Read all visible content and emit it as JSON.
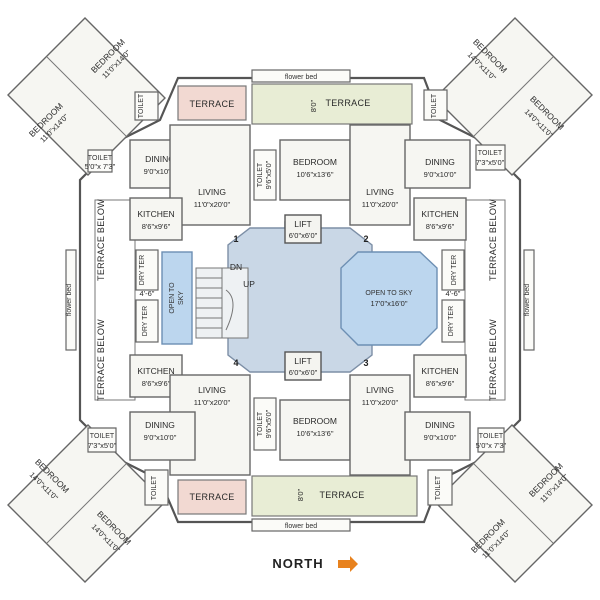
{
  "north_label": "NORTH",
  "arrow_color": "#e8821e",
  "core": {
    "lift_label": "LIFT",
    "lift_size": "6'0\"x6'0\"",
    "stair_dn": "DN",
    "stair_up": "UP",
    "sky_label_1": "OPEN TO",
    "sky_label_2": "SKY",
    "sky_big_label": "OPEN TO SKY",
    "sky_big_size": "17'0\"x16'0\"",
    "flat_numbers": [
      "1",
      "2",
      "3",
      "4"
    ]
  },
  "rooms": {
    "bedroom": "BEDROOM",
    "toilet": "TOILET",
    "terrace": "TERRACE",
    "terrace_below": "TERRACE BELOW",
    "dining": "DINING",
    "living": "LIVING",
    "kitchen": "KITCHEN",
    "dry_ter": "DRY TER",
    "flower_bed": "flower bed"
  },
  "dims": {
    "bed_11x14": "11'0\"x14'0\"",
    "bed_14x11": "14'0\"x11'0\"",
    "bed_10x13": "10'6\"x13'6\"",
    "toilet_5x73": "5'0\"x 7'3\"",
    "toilet_73x5": "7'3\"x5'0\"",
    "toilet_96x5": "9'6\"x5'0\"",
    "dining": "9'0\"x10'0\"",
    "living": "11'0\"x20'0\"",
    "kitchen": "8'6\"x9'6\"",
    "dry_ter": "4'-6\"",
    "terrace_depth": "8'0\""
  }
}
